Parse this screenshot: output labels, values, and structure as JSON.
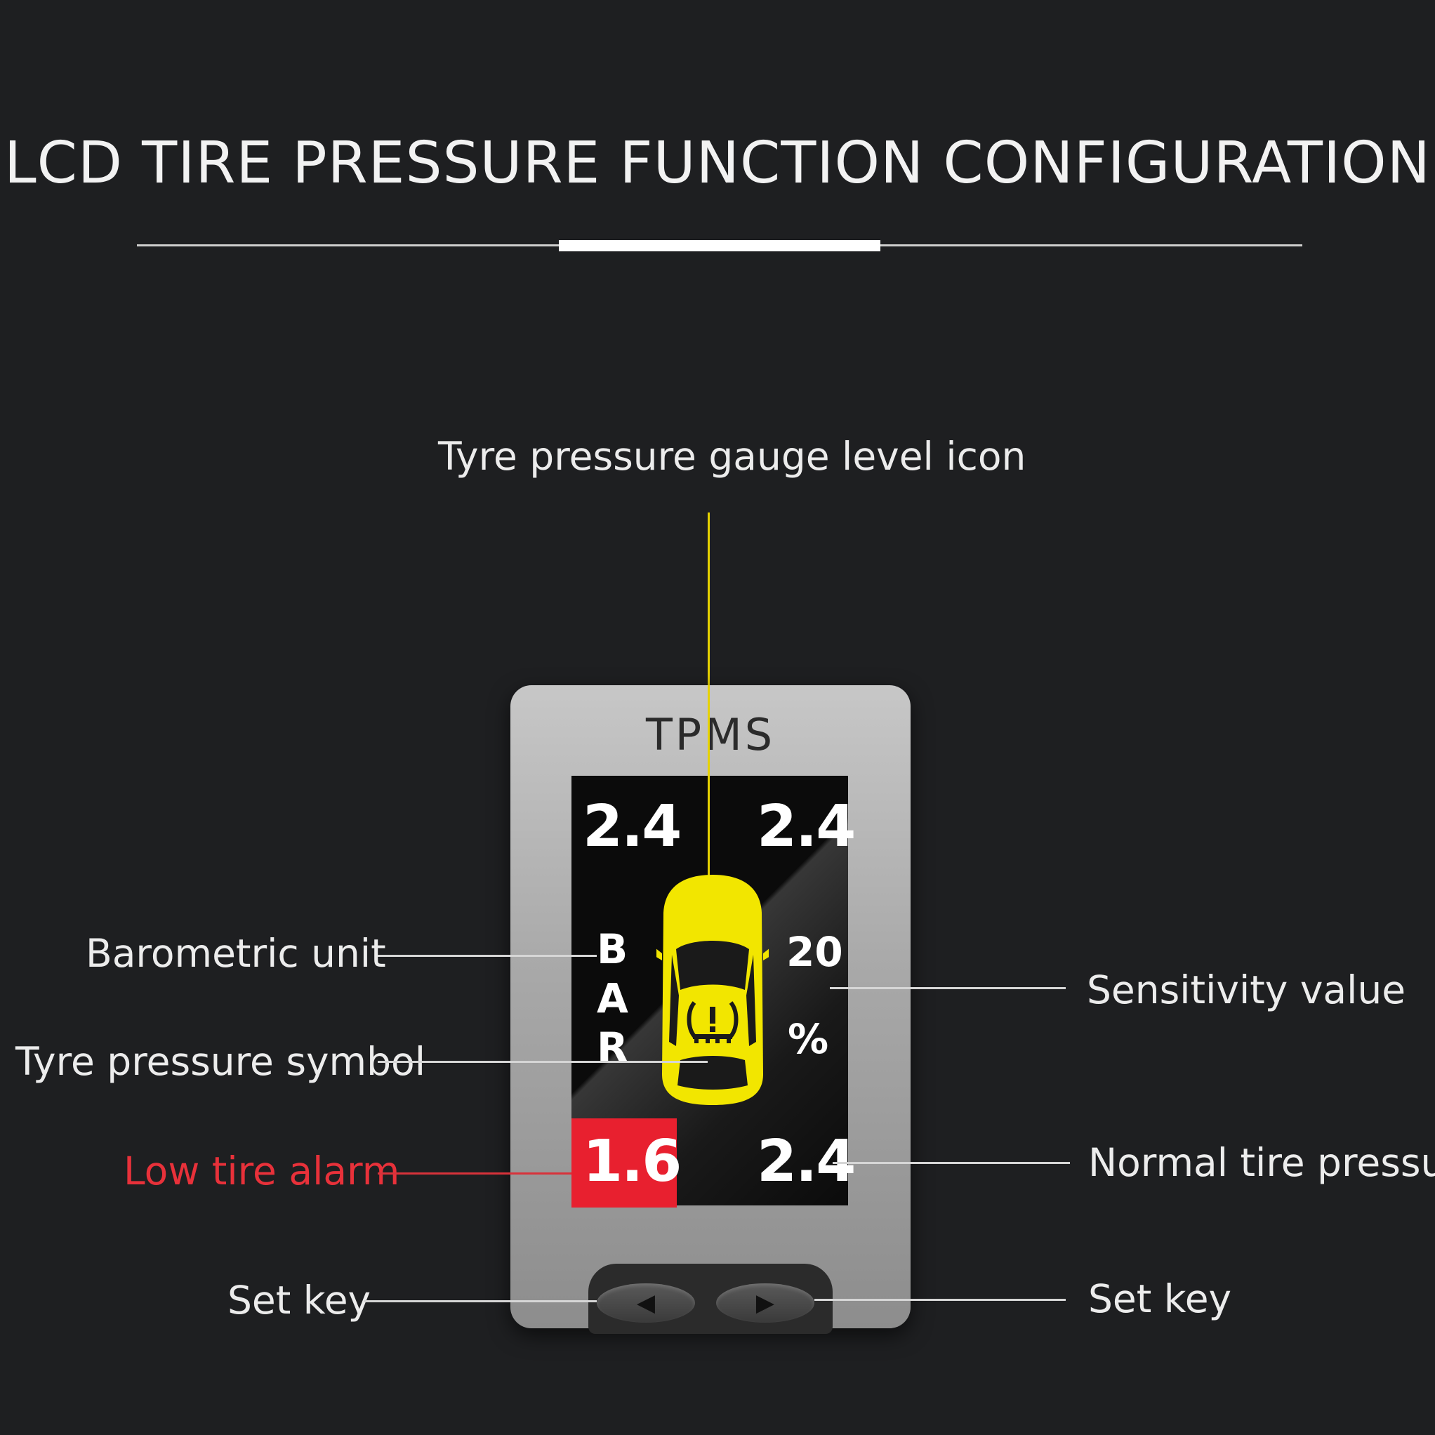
{
  "title": "LCD TIRE PRESSURE FUNCTION CONFIGURATION",
  "callouts": {
    "gauge_level_icon": "Tyre pressure gauge level icon",
    "barometric_unit": "Barometric unit",
    "tyre_pressure_symbol": "Tyre pressure symbol",
    "low_tire_alarm": "Low tire alarm",
    "sensitivity_value": "Sensitivity value",
    "normal_tire_pressure": "Normal tire pressure",
    "set_key_left": "Set key",
    "set_key_right": "Set key"
  },
  "device": {
    "brand": "TPMS",
    "front_left": "2.4",
    "front_right": "2.4",
    "rear_left": "1.6",
    "rear_right": "2.4",
    "unit_letters": [
      "B",
      "A",
      "R"
    ],
    "sensitivity": "20",
    "sensitivity_unit": "%",
    "left_key_icon": "arrow-left-icon",
    "right_key_icon": "arrow-right-icon"
  },
  "colors": {
    "background": "#1e1f21",
    "car_yellow": "#f2e600",
    "alarm_red": "#e8202f",
    "alarm_text": "#e8313a",
    "pointer_yellow": "#e6d200"
  }
}
